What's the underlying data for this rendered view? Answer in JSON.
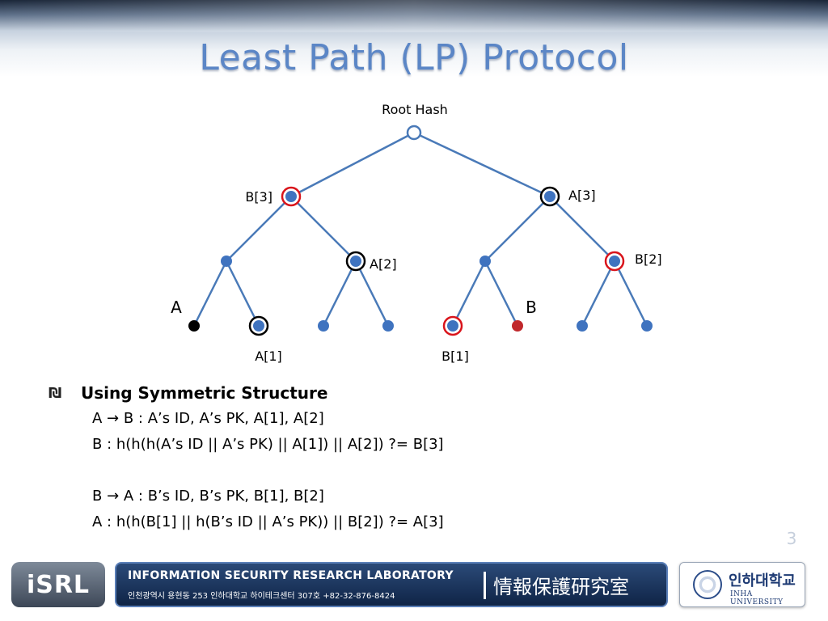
{
  "slide": {
    "title": "Least Path (LP) Protocol",
    "number": "3"
  },
  "diagram": {
    "root_label": "Root Hash",
    "labels": {
      "b3": "B[3]",
      "a3": "A[3]",
      "a2": "A[2]",
      "b2": "B[2]",
      "a1": "A[1]",
      "b1": "B[1]",
      "a": "A",
      "b": "B"
    },
    "colors": {
      "edge": "#4a7ab8",
      "node": "#3f73bf",
      "root_fill": "#ffffff",
      "ring_red": "#d9141b",
      "ring_black": "#000000",
      "leaf_a": "#000000",
      "leaf_b": "#c0282c"
    }
  },
  "content": {
    "bullet_icon": "₪",
    "heading": "Using Symmetric Structure",
    "lines": [
      "A → B : A’s ID, A’s PK, A[1], A[2]",
      "B : h(h(h(A’s ID || A’s PK) || A[1]) || A[2]) ?= B[3]",
      "",
      "B → A : B’s ID, B’s PK, B[1], B[2]",
      "A : h(h(B[1] || h(B’s ID || A’s PK)) || B[2]) ?= A[3]"
    ]
  },
  "footer": {
    "lab_logo": "iSRL",
    "lab_name": "INFORMATION SECURITY RESEARCH LABORATORY",
    "lab_address": "인천광역시 용현동 253 인하대학교 하이테크센터 307호 +82-32-876-8424",
    "lab_hanja": "情報保護研究室",
    "univ_kr": "인하대학교",
    "univ_en": "INHA UNIVERSITY"
  }
}
